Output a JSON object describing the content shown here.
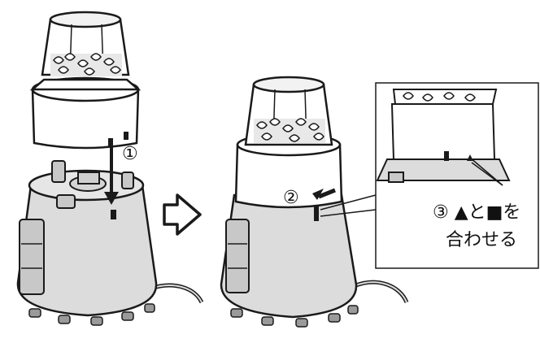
{
  "steps": {
    "step1": "①",
    "step2": "②",
    "step3_line1": "③ ▲と■を",
    "step3_line2": "合わせる"
  },
  "icons": {
    "transition_arrow": "outline-right-arrow-icon",
    "attach_arrow": "down-arrow-icon",
    "rotate_arrow": "left-arrow-icon"
  },
  "colors": {
    "outline": "#1a1a1a",
    "base_body": "#dcdcdc",
    "white": "#ffffff",
    "dark_gray": "#9a9a9a"
  }
}
